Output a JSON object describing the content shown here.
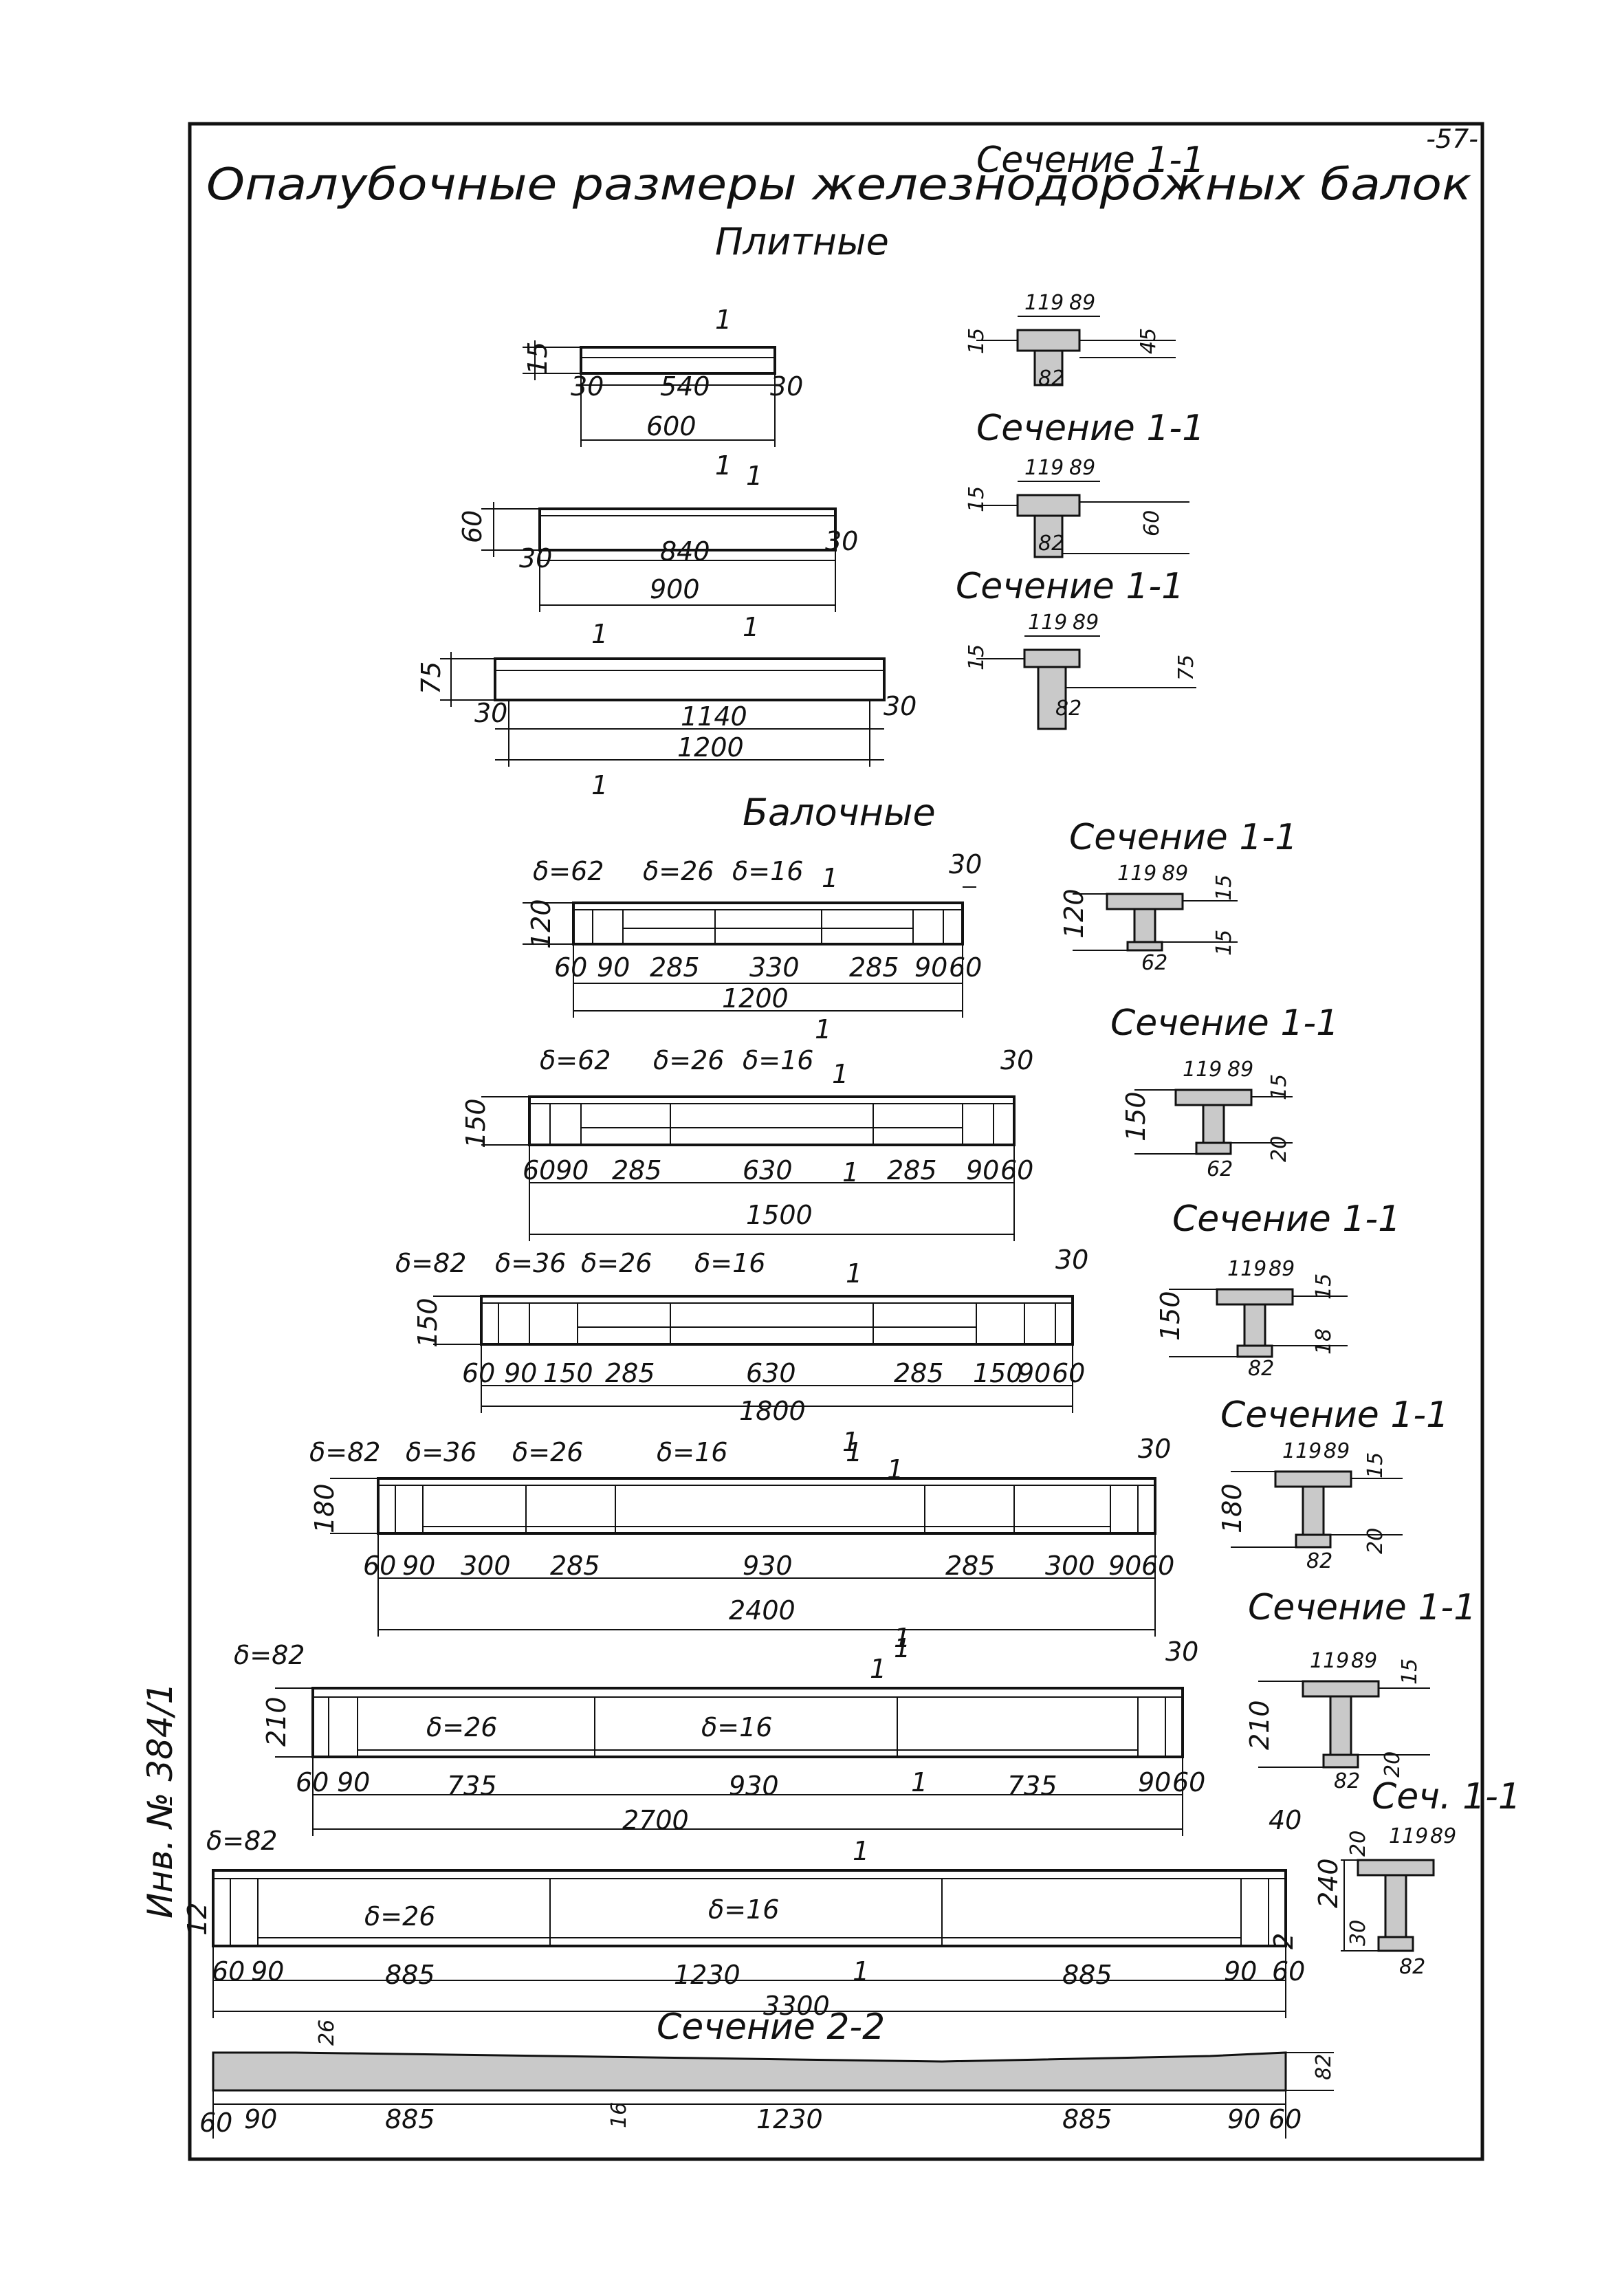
{
  "page_number": "-57-",
  "title": "Опалубочные размеры железнодорожных балок",
  "inventory_stamp": "Инв. № 384/1",
  "group_slab": "Плитные",
  "group_beam": "Балочные",
  "section_label": "Сечение 1-1",
  "section_label_short": "Сеч. 1-1",
  "section_label_2": "Сечение 2-2",
  "cut_mark": "1",
  "cut_mark_2": "2",
  "slabs": [
    {
      "height": "15",
      "end_left": "30",
      "inner": "540",
      "end_right": "30",
      "total": "600",
      "section": {
        "top_left": "119",
        "top_right": "89",
        "flange": "15",
        "right_h": "45",
        "bottom": "82"
      }
    },
    {
      "height": "60",
      "end_left": "30",
      "inner": "840",
      "end_right": "30",
      "total": "900",
      "section": {
        "top_left": "119",
        "top_right": "89",
        "flange": "15",
        "right_h": "60",
        "bottom": "82"
      }
    },
    {
      "height": "75",
      "end_left": "30",
      "inner": "1140",
      "end_right": "30",
      "total": "1200",
      "section": {
        "top_left": "119",
        "top_right": "89",
        "flange": "15",
        "right_h": "75",
        "bottom": "82"
      }
    }
  ],
  "beams": [
    {
      "height": "120",
      "end": "30",
      "total": "1200",
      "deltas": [
        "δ=62",
        "δ=26",
        "δ=16"
      ],
      "segments": [
        "60",
        "90",
        "285",
        "330",
        "285",
        "90",
        "60"
      ],
      "section": {
        "top_left": "119",
        "top_right": "89",
        "top_flange": "15",
        "bottom_flange": "15",
        "height": "120",
        "bottom": "62"
      }
    },
    {
      "height": "150",
      "end": "30",
      "total": "1500",
      "deltas": [
        "δ=62",
        "δ=26",
        "δ=16"
      ],
      "segments": [
        "60",
        "90",
        "285",
        "630",
        "285",
        "90",
        "60"
      ],
      "section": {
        "top_left": "119",
        "top_right": "89",
        "top_flange": "15",
        "bottom_flange": "20",
        "height": "150",
        "bottom": "62"
      }
    },
    {
      "height": "150",
      "end": "30",
      "total": "1800",
      "deltas": [
        "δ=82",
        "δ=36",
        "δ=26",
        "δ=16"
      ],
      "segments": [
        "60",
        "90",
        "150",
        "285",
        "630",
        "285",
        "150",
        "90",
        "60"
      ],
      "section": {
        "top_left": "119",
        "top_right": "89",
        "top_flange": "15",
        "bottom_flange": "18",
        "height": "150",
        "bottom": "82"
      }
    },
    {
      "height": "180",
      "end": "30",
      "total": "2400",
      "deltas": [
        "δ=82",
        "δ=36",
        "δ=26",
        "δ=16"
      ],
      "segments": [
        "60",
        "90",
        "300",
        "285",
        "930",
        "285",
        "300",
        "90",
        "60"
      ],
      "section": {
        "top_left": "119",
        "top_right": "89",
        "top_flange": "15",
        "bottom_flange": "20",
        "height": "180",
        "bottom": "82"
      }
    },
    {
      "height": "210",
      "end": "30",
      "total": "2700",
      "deltas": [
        "δ=82",
        "δ=26",
        "δ=16"
      ],
      "segments": [
        "60",
        "90",
        "735",
        "930",
        "735",
        "90",
        "60"
      ],
      "section": {
        "top_left": "119",
        "top_right": "89",
        "top_flange": "15",
        "bottom_flange": "20",
        "height": "210",
        "bottom": "82"
      }
    },
    {
      "height": "12",
      "end": "40",
      "total": "3300",
      "deltas": [
        "δ=82",
        "δ=26",
        "δ=16"
      ],
      "segments": [
        "60",
        "90",
        "885",
        "1230",
        "885",
        "90",
        "60"
      ],
      "section": {
        "top_left": "119",
        "top_right": "89",
        "top_flange": "20",
        "bottom_flange": "30",
        "height": "240",
        "bottom": "82"
      }
    }
  ],
  "section_2_2": {
    "left_mark": "26",
    "center_mark": "16",
    "right_height": "82",
    "segments": [
      "60",
      "90",
      "885",
      "1230",
      "885",
      "90",
      "60"
    ]
  }
}
